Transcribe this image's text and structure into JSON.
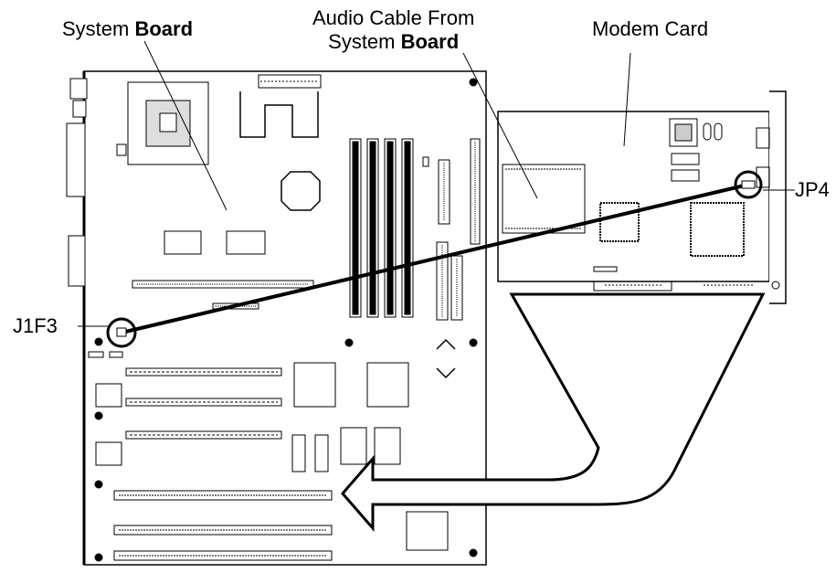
{
  "labels": {
    "system_board_prefix": "System ",
    "system_board_bold": "Board",
    "audio_cable_line1": "Audio Cable From",
    "audio_cable_line2_prefix": "System ",
    "audio_cable_line2_bold": "Board",
    "modem_card": "Modem Card",
    "jp4": "JP4",
    "j1f3": "J1F3"
  }
}
